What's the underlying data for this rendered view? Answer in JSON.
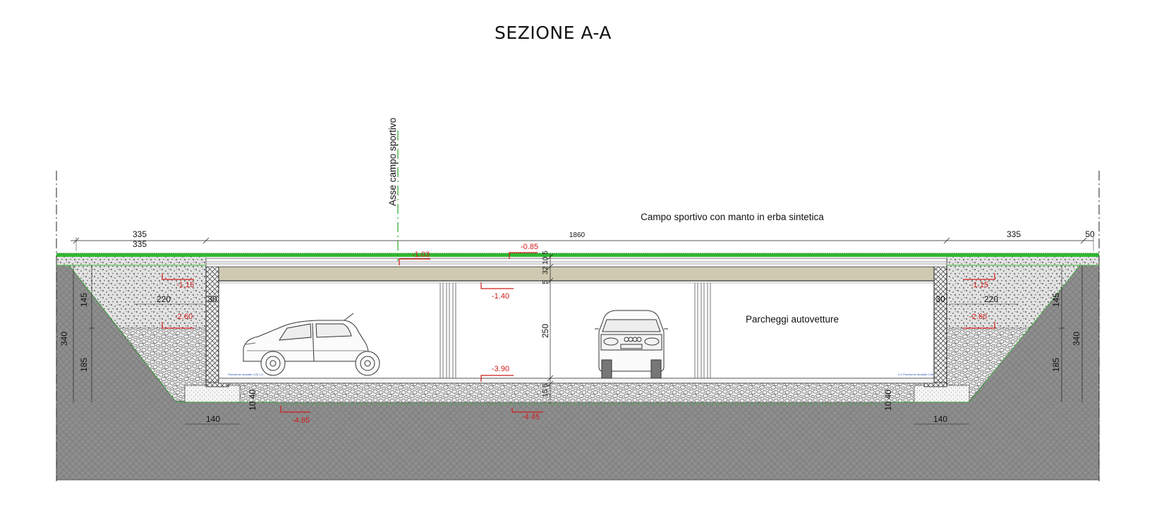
{
  "title": "SEZIONE A-A",
  "axis_label": "Asse campo sportivo",
  "field_label": "Campo sportivo con manto in erba sintetica",
  "parking_label": "Parcheggi autovetture",
  "colors": {
    "grass": "#33b833",
    "elevation_marks": "#d21b1b",
    "slab": "#cfc9b2",
    "ground": "#8e8e8e",
    "stone_fill": "#d9d9d9"
  },
  "top_dimensions": {
    "left_outer": "335",
    "left_inner": "335",
    "center": "1860",
    "right": "335",
    "right_edge": "50"
  },
  "left_dimensions": {
    "total_height": "340",
    "upper_layer": "145",
    "lower_layer": "185",
    "fill_width": "220",
    "wall_thickness": "30",
    "footing_width": "140",
    "footing_thickness": "10 40"
  },
  "right_dimensions": {
    "total_height": "340",
    "upper_layer": "145",
    "lower_layer": "185",
    "fill_width": "220",
    "wall_thickness": "30",
    "footing_width": "140",
    "footing_thickness": "10 40"
  },
  "center_dimensions": {
    "slab_top": "32 10 5",
    "slab_bottom": "5",
    "clear_height": "250",
    "floor": "15 5"
  },
  "elevations": {
    "left_upper": "-1.15",
    "left_lower": "-2.60",
    "axis_top": "-1.03",
    "field_top": "-0.85",
    "slab_underside": "-1.40",
    "parking_floor": "-3.90",
    "left_footing": "-4.65",
    "center_bottom": "-4.45",
    "right_upper": "-1.15",
    "right_lower": "-2.60"
  },
  "floor_notes": {
    "left": "Pavimento stradale 0,00 1,0",
    "right": "-0.1 Pavimento stradale 0,00"
  }
}
